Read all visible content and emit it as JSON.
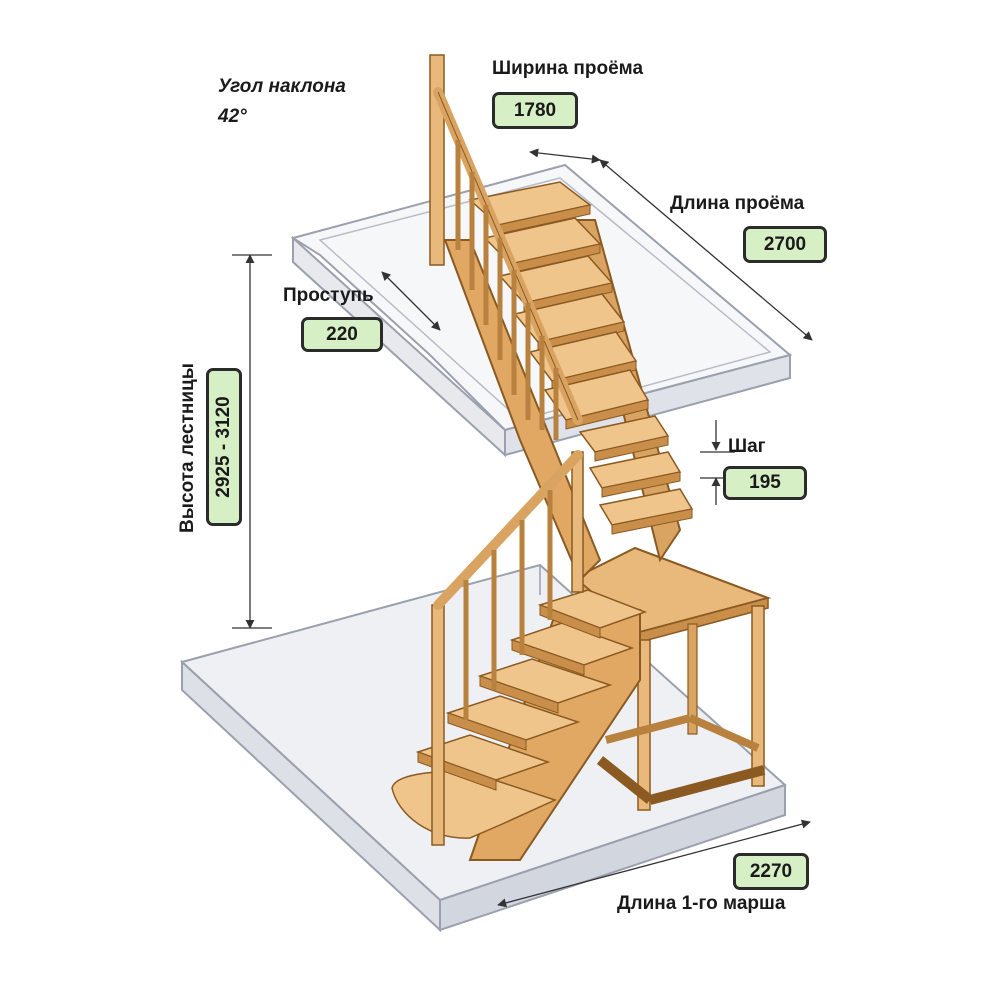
{
  "angle": {
    "label": "Угол наклона",
    "value": "42°"
  },
  "opening_width": {
    "label": "Ширина проёма",
    "value": "1780"
  },
  "opening_length": {
    "label": "Длина проёма",
    "value": "2700"
  },
  "tread": {
    "label": "Проступь",
    "value": "220"
  },
  "step": {
    "label": "Шаг",
    "value": "195"
  },
  "height": {
    "label": "Высота лестницы",
    "value": "2925 - 3120"
  },
  "first_flight": {
    "label": "Длина 1-го марша",
    "value": "2270"
  },
  "colors": {
    "wood": "#e8b97a",
    "wood_dark": "#b8813e",
    "wood_edge": "#8a5a22",
    "slab": "#eef0f4",
    "slab_edge": "#9aa0ad",
    "value_box": "#d6efc4"
  }
}
